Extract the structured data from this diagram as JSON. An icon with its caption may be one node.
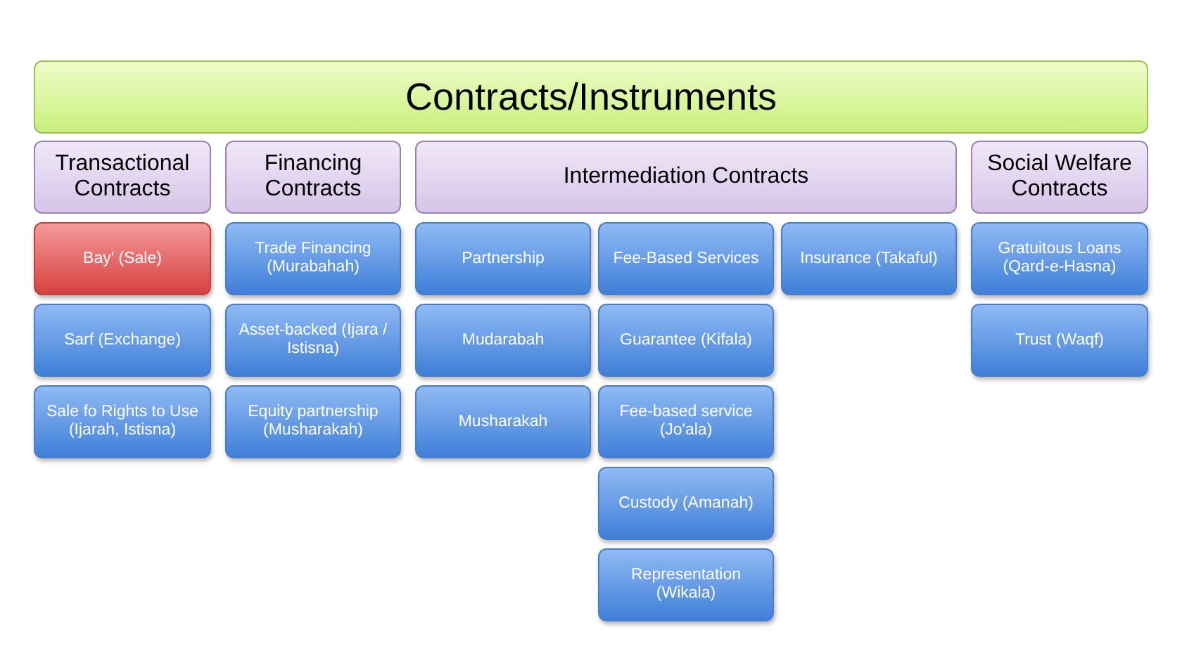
{
  "diagram": {
    "nodes": [
      {
        "text": [
          "Contracts/Instruments"
        ]
      },
      {
        "text": [
          "Transactional Contracts"
        ]
      },
      {
        "text": [
          "Financing Contracts"
        ]
      },
      {
        "text": [
          "Intermediation Contracts"
        ]
      },
      {
        "text": [
          "Social Welfare Contracts"
        ]
      },
      {
        "text": [
          "Bay' (Sale)"
        ]
      },
      {
        "text": [
          "Sarf (Exchange)"
        ]
      },
      {
        "text": [
          "Sale fo Rights to Use (Ijarah, Istisna)"
        ]
      },
      {
        "text": [
          "Trade Financing (Murabahah)"
        ]
      },
      {
        "text": [
          "Asset-backed (Ijara / Istisna)"
        ]
      },
      {
        "text": [
          "Equity partnership (Musharakah)"
        ]
      },
      {
        "text": [
          "Partnership"
        ]
      },
      {
        "text": [
          "Mudarabah"
        ]
      },
      {
        "text": [
          "Musharakah"
        ]
      },
      {
        "text": [
          "Fee-Based Services"
        ]
      },
      {
        "text": [
          "Guarantee (Kifala)"
        ]
      },
      {
        "text": [
          "Fee-based service (Jo'ala)"
        ]
      },
      {
        "text": [
          "Custody (Amanah)"
        ]
      },
      {
        "text": [
          "Representation (Wikala)"
        ]
      },
      {
        "text": [
          "Insurance (Takaful)"
        ]
      },
      {
        "text": [
          "Gratuitous Loans (Qard-e-Hasna)"
        ]
      },
      {
        "text": [
          "Trust (Waqf)"
        ]
      }
    ]
  }
}
